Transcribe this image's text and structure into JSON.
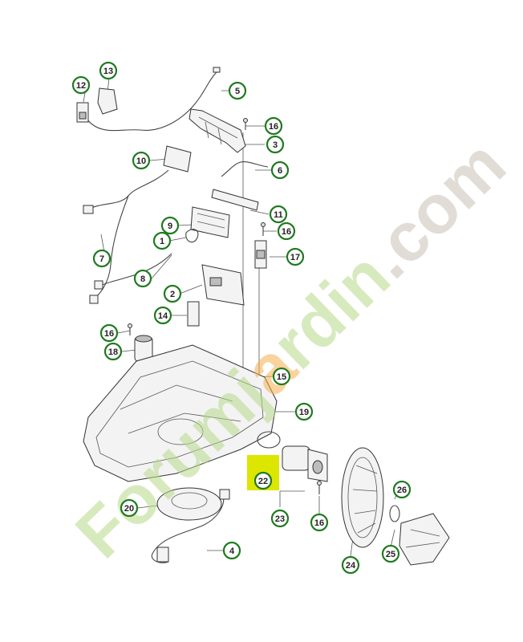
{
  "watermark": {
    "text": "Forumjardin.com",
    "colors": [
      "#b8d98a",
      "#f5b050",
      "#c9c2b6"
    ]
  },
  "callout_colors": {
    "ring": "#1f7a1f",
    "highlight": "#dde600"
  },
  "callouts": [
    {
      "id": "1",
      "label": "1"
    },
    {
      "id": "2",
      "label": "2"
    },
    {
      "id": "3",
      "label": "3"
    },
    {
      "id": "4",
      "label": "4"
    },
    {
      "id": "5",
      "label": "5"
    },
    {
      "id": "6",
      "label": "6"
    },
    {
      "id": "7",
      "label": "7"
    },
    {
      "id": "8",
      "label": "8"
    },
    {
      "id": "9",
      "label": "9"
    },
    {
      "id": "10",
      "label": "10"
    },
    {
      "id": "11",
      "label": "11"
    },
    {
      "id": "12",
      "label": "12"
    },
    {
      "id": "13",
      "label": "13"
    },
    {
      "id": "14",
      "label": "14"
    },
    {
      "id": "15",
      "label": "15"
    },
    {
      "id": "16a",
      "label": "16"
    },
    {
      "id": "16b",
      "label": "16"
    },
    {
      "id": "16c",
      "label": "16"
    },
    {
      "id": "16d",
      "label": "16"
    },
    {
      "id": "17",
      "label": "17"
    },
    {
      "id": "18",
      "label": "18"
    },
    {
      "id": "19",
      "label": "19"
    },
    {
      "id": "20",
      "label": "20"
    },
    {
      "id": "22",
      "label": "22"
    },
    {
      "id": "23",
      "label": "23"
    },
    {
      "id": "24",
      "label": "24"
    },
    {
      "id": "25",
      "label": "25"
    },
    {
      "id": "26",
      "label": "26"
    }
  ]
}
